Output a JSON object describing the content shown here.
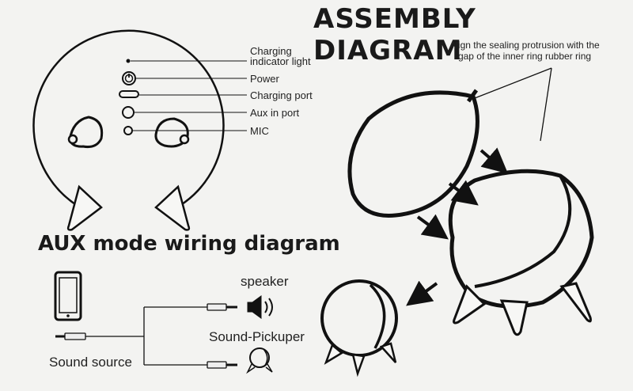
{
  "title": "ASSEMBLY DIAGRAM",
  "aux_title": "AUX mode wiring diagram",
  "speaker_labels": {
    "charging_indicator_1": "Charging",
    "charging_indicator_2": "indicator light",
    "power": "Power",
    "charging_port": "Charging port",
    "aux_in": "Aux in port",
    "mic": "MIC"
  },
  "assembly_note": {
    "line1": "Align the sealing protrusion with the",
    "line2": "gap of the inner ring rubber ring"
  },
  "wiring": {
    "speaker": "speaker",
    "sound_pickuper": "Sound-Pickuper",
    "sound_source": "Sound source"
  },
  "colors": {
    "background": "#f3f3f1",
    "ink": "#1a1a1a"
  },
  "icons": [
    "power-icon",
    "smartphone-icon",
    "speaker-icon",
    "audio-plug-icon",
    "arrow-icon"
  ]
}
